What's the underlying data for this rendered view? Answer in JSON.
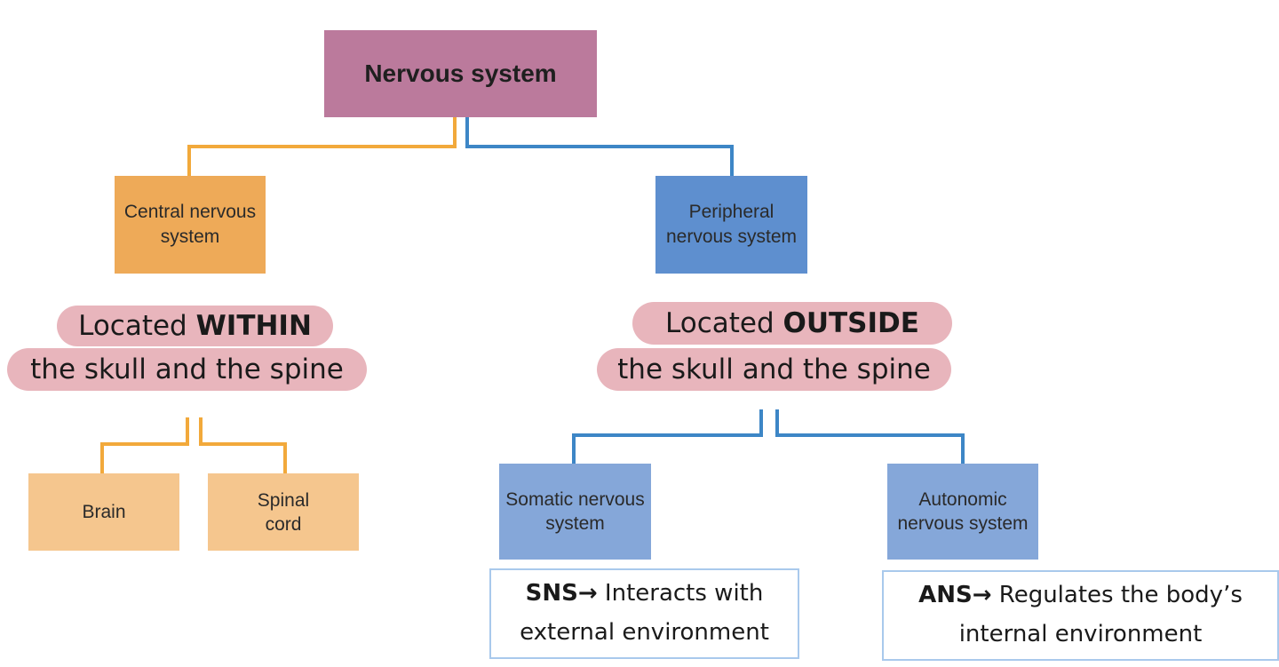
{
  "root": {
    "label": "Nervous system"
  },
  "cns": {
    "label": "Central nervous system",
    "location_prefix": "Located ",
    "location_keyword": "WITHIN",
    "location_suffix": "the skull and the spine",
    "children": [
      {
        "label": "Brain"
      },
      {
        "label": "Spinal cord"
      }
    ]
  },
  "pns": {
    "label": "Peripheral nervous system",
    "location_prefix": "Located ",
    "location_keyword": "OUTSIDE",
    "location_suffix": "the skull and the spine",
    "children": [
      {
        "label": "Somatic nervous system",
        "note_abbr": "SNS",
        "note_arrow": "→",
        "note_line1": " Interacts with",
        "note_line2": "external environment"
      },
      {
        "label": "Autonomic nervous system",
        "note_abbr": "ANS",
        "note_arrow": "→",
        "note_line1": " Regulates the body’s",
        "note_line2": "internal environment"
      }
    ]
  },
  "colors": {
    "root": "#bb7a9c",
    "cns": "#eeaa58",
    "cns_child": "#f5c68e",
    "pns": "#5e8fcf",
    "pns_child": "#85a7d9",
    "highlight": "#e8b5bc",
    "orange_line": "#f2a93b",
    "blue_line": "#3d86c6",
    "note_border": "#a9c9ec"
  }
}
